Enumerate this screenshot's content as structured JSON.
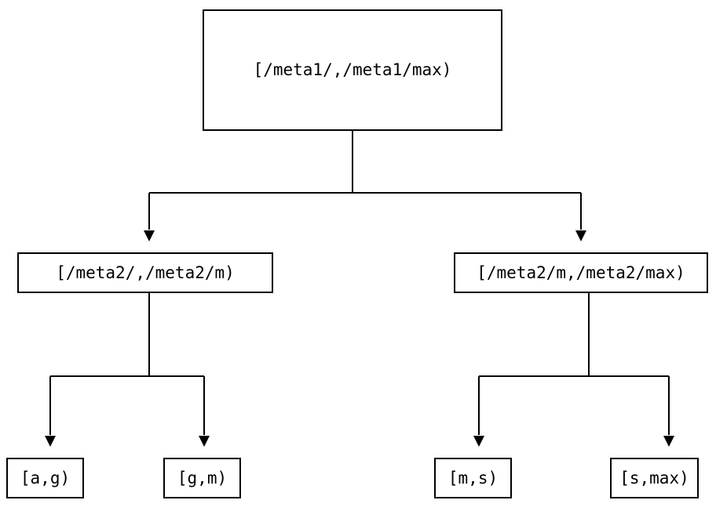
{
  "diagram": {
    "type": "tree",
    "title": "",
    "background_color": "#ffffff",
    "stroke_color": "#000000",
    "text_color": "#000000",
    "levels": 3,
    "nodes": {
      "root": {
        "label": "[/meta1/,/meta1/max)"
      },
      "mid_left": {
        "label": "[/meta2/,/meta2/m)"
      },
      "mid_right": {
        "label": "[/meta2/m,/meta2/max)"
      },
      "leaf_1": {
        "label": "[a,g)"
      },
      "leaf_2": {
        "label": "[g,m)"
      },
      "leaf_3": {
        "label": "[m,s)"
      },
      "leaf_4": {
        "label": "[s,max)"
      }
    },
    "edges": [
      {
        "from": "root",
        "to": "mid_left",
        "arrow": "down-triangle"
      },
      {
        "from": "root",
        "to": "mid_right",
        "arrow": "down-triangle"
      },
      {
        "from": "mid_left",
        "to": "leaf_1",
        "arrow": "down-triangle"
      },
      {
        "from": "mid_left",
        "to": "leaf_2",
        "arrow": "down-triangle"
      },
      {
        "from": "mid_right",
        "to": "leaf_3",
        "arrow": "down-triangle"
      },
      {
        "from": "mid_right",
        "to": "leaf_4",
        "arrow": "down-triangle"
      }
    ]
  }
}
